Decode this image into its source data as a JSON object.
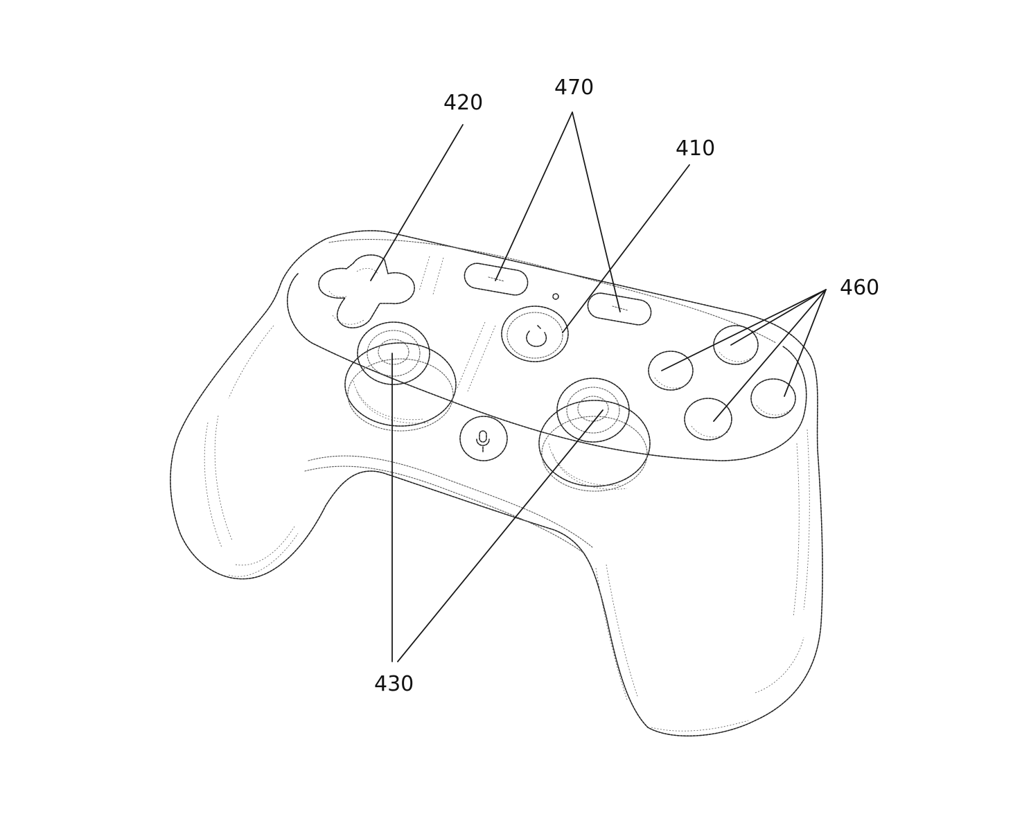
{
  "figure": {
    "labels": {
      "ref_410": "410",
      "ref_420": "420",
      "ref_430": "430",
      "ref_460": "460",
      "ref_470": "470"
    }
  },
  "colors": {
    "background": "#ffffff",
    "line": "#222222"
  },
  "icons": {
    "microphone": "microphone-icon",
    "home": "home-icon"
  }
}
